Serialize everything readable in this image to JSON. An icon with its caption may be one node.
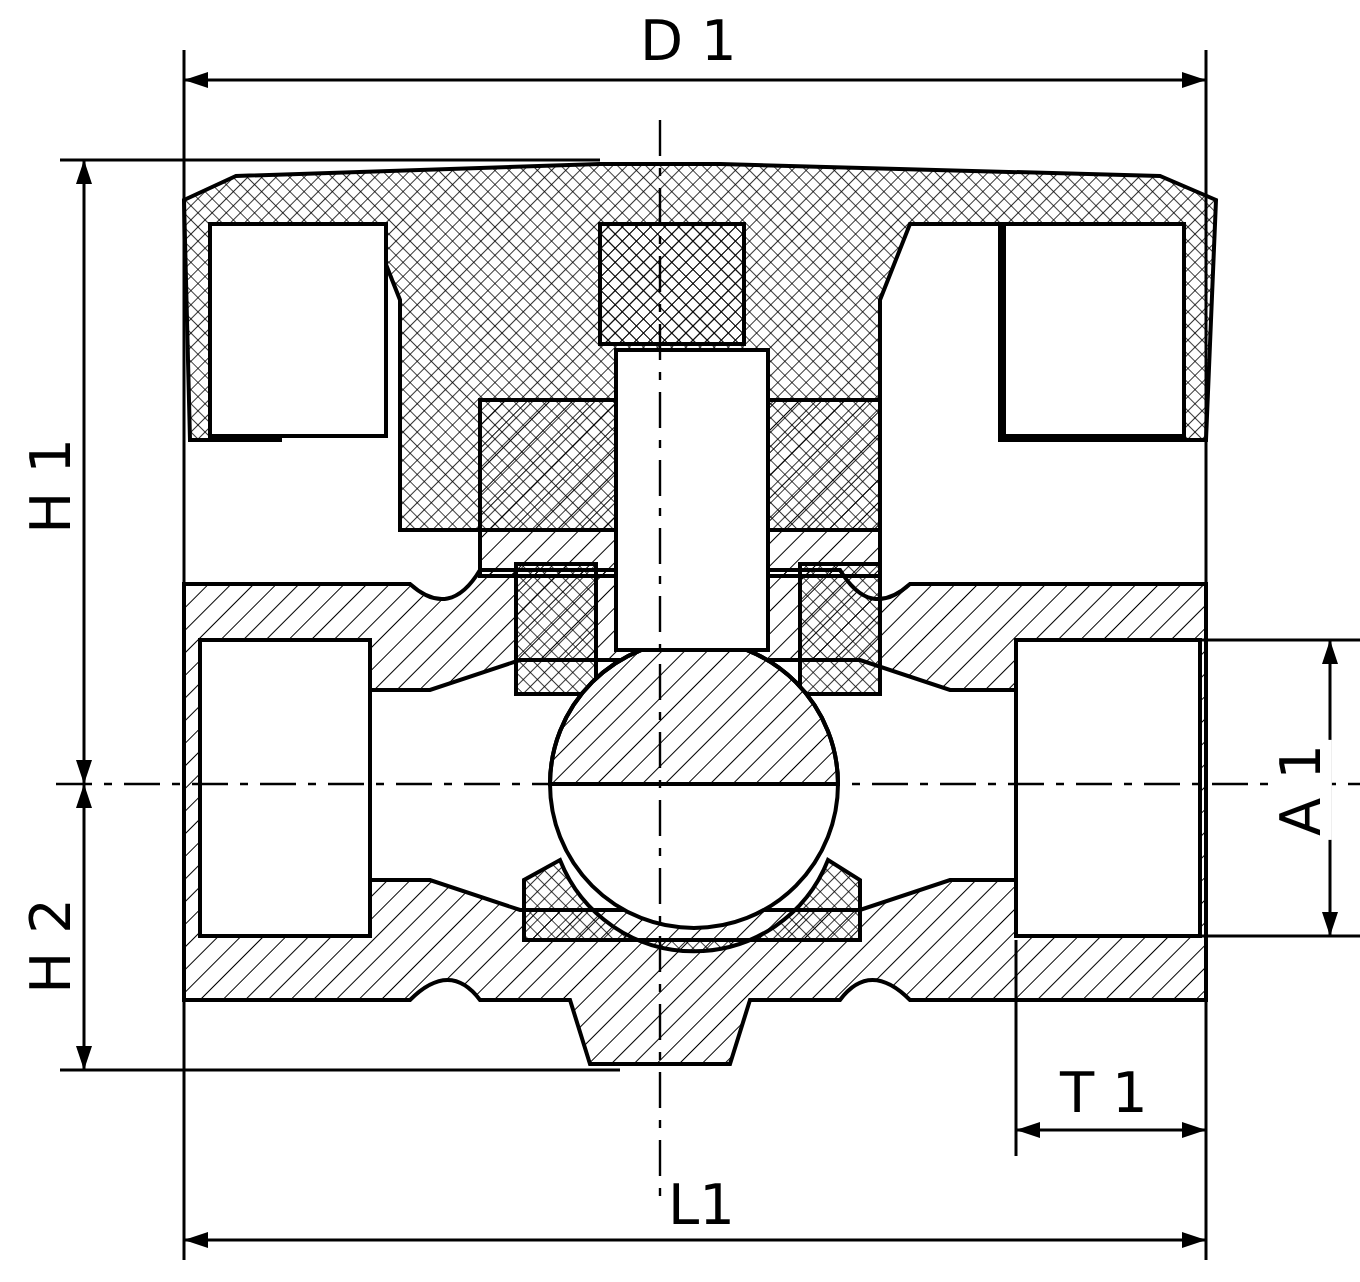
{
  "diagram": {
    "labels": [
      "D 1",
      "H 1",
      "A 1",
      "H 2",
      "T 1",
      "L1"
    ]
  }
}
